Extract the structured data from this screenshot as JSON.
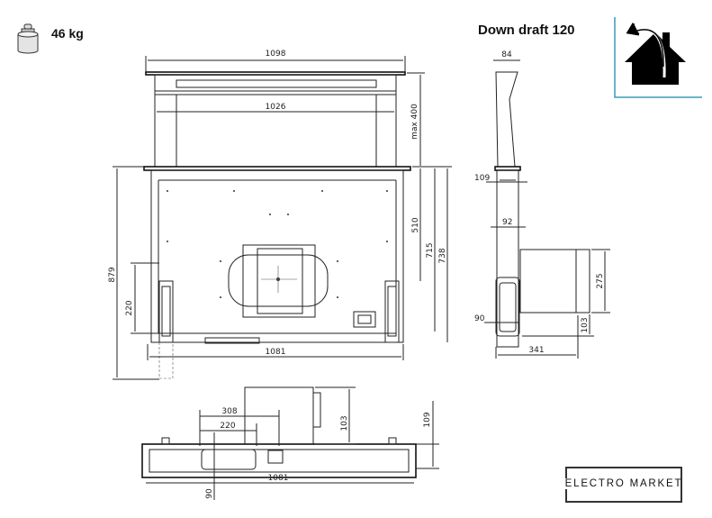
{
  "header": {
    "weight": "46 kg",
    "model_title": "Down draft 120"
  },
  "icons": {
    "weight": "weight-icon",
    "install": "house-recirculation-icon"
  },
  "front_view": {
    "dims": {
      "top_width": "1098",
      "inner_width": "1026",
      "lift_height": "max 400",
      "h510": "510",
      "h715": "715",
      "h738": "738",
      "h879": "879",
      "h220": "220",
      "base_width": "1081"
    }
  },
  "side_view": {
    "dims": {
      "top_depth": "84",
      "d109": "109",
      "d92": "92",
      "h275": "275",
      "h103": "103",
      "d90": "90",
      "d341": "341"
    }
  },
  "top_view": {
    "dims": {
      "w308": "308",
      "w220": "220",
      "h103": "103",
      "h109": "109",
      "width1081": "1081",
      "d90": "90"
    }
  },
  "logo": {
    "text": "ELECTRO MARKET"
  },
  "colors": {
    "accent_line": "#3a9bb5",
    "ink": "#111111"
  }
}
